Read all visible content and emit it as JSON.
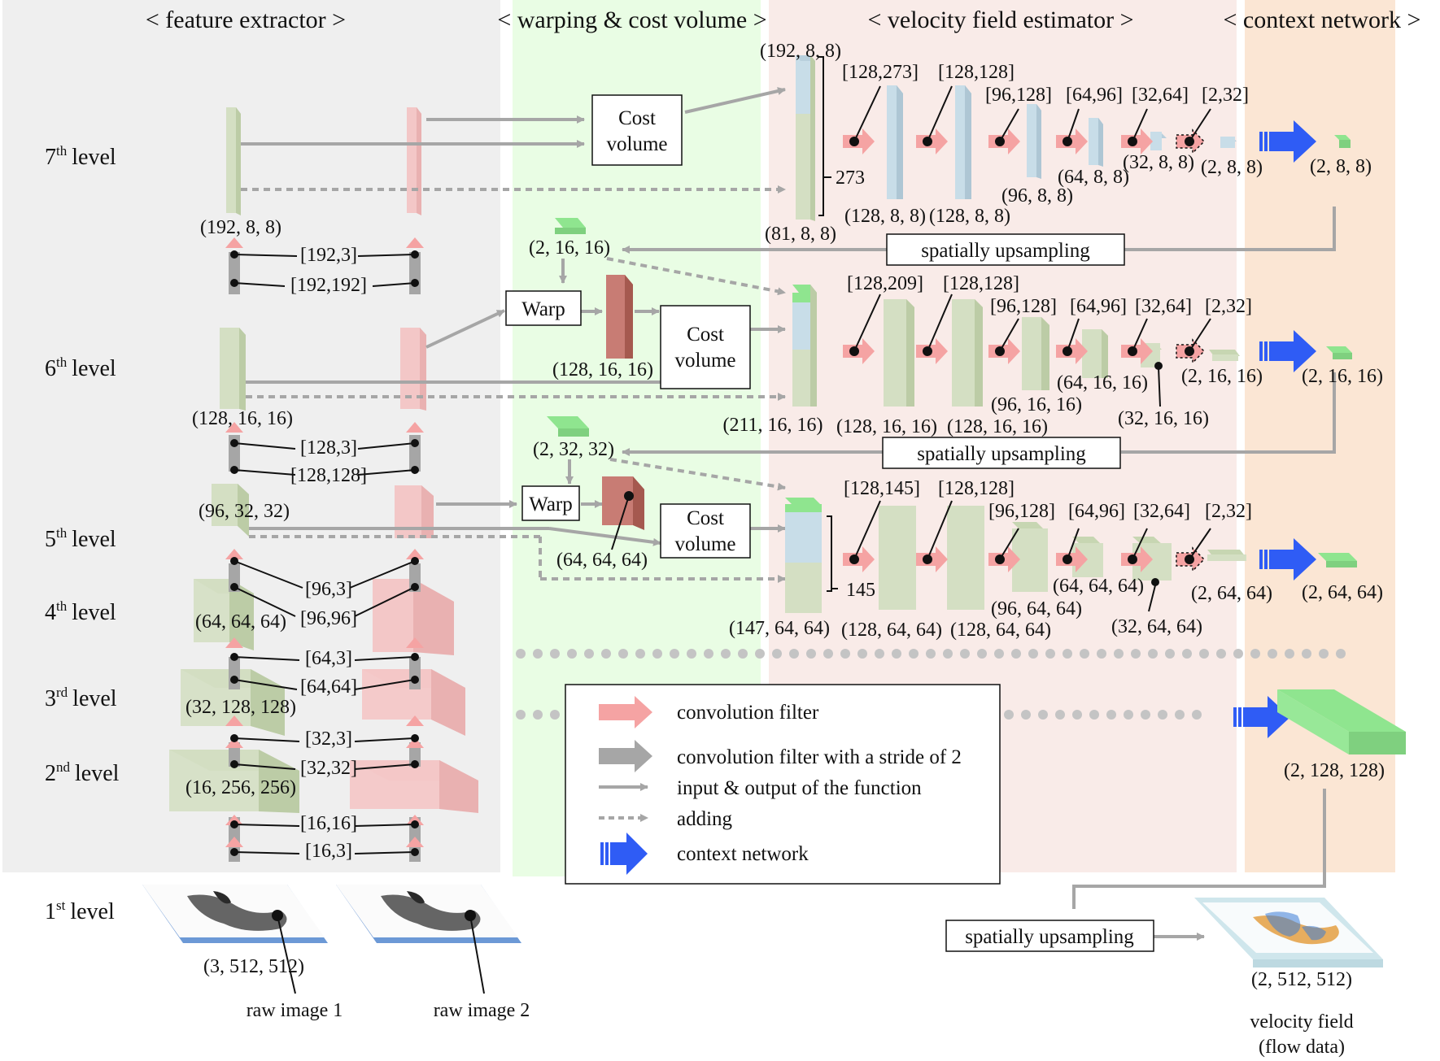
{
  "sections": [
    {
      "id": "feature",
      "label": "< feature extractor >",
      "color": "#efefef"
    },
    {
      "id": "warping",
      "label": "< warping & cost volume >",
      "color": "#e9fde4"
    },
    {
      "id": "velocity",
      "label": "< velocity field estimator >",
      "color": "#f9ebe8"
    },
    {
      "id": "context",
      "label": "< context network >",
      "color": "#fbe6d4"
    }
  ],
  "levels": [
    {
      "id": "7",
      "num": "7",
      "sup": "th",
      "word": "level"
    },
    {
      "id": "6",
      "num": "6",
      "sup": "th",
      "word": "level"
    },
    {
      "id": "5",
      "num": "5",
      "sup": "th",
      "word": "level"
    },
    {
      "id": "4",
      "num": "4",
      "sup": "th",
      "word": "level"
    },
    {
      "id": "3",
      "num": "3",
      "sup": "rd",
      "word": "level"
    },
    {
      "id": "2",
      "num": "2",
      "sup": "nd",
      "word": "level"
    },
    {
      "id": "1",
      "num": "1",
      "sup": "st",
      "word": "level"
    }
  ],
  "feature": {
    "dims": [
      "(192, 8, 8)",
      "(128, 16, 16)",
      "(96, 32, 32)",
      "(64, 64, 64)",
      "(32, 128, 128)",
      "(16, 256, 256)",
      "(3, 512, 512)"
    ],
    "filters": [
      "[192,3]",
      "[192,192]",
      "[128,3]",
      "[128,128]",
      "[96,3]",
      "[96,96]",
      "[64,3]",
      "[64,64]",
      "[32,3]",
      "[32,32]",
      "[16,16]",
      "[16,3]"
    ],
    "raw1": "raw image 1",
    "raw2": "raw image 2"
  },
  "warp": {
    "cost_volume": "Cost volume",
    "cost_line1": "Cost",
    "cost_line2": "volume",
    "warp_label": "Warp",
    "flow16": "(2, 16, 16)",
    "flow32": "(2, 32, 32)",
    "warped6": "(128, 16, 16)",
    "warped5": "(64, 64, 64)"
  },
  "velocity": {
    "row7": {
      "concat": "(192, 8, 8)",
      "concat_b": "(81, 8, 8)",
      "total": "273",
      "filters": [
        "[128,273]",
        "[128,128]",
        "[96,128]",
        "[64,96]",
        "[32,64]",
        "[2,32]"
      ],
      "dims": [
        "(128, 8, 8)",
        "(128, 8, 8)",
        "(96, 8, 8)",
        "(64, 8, 8)",
        "(32, 8, 8)",
        "(2, 8, 8)"
      ]
    },
    "row6": {
      "concat": "(211, 16, 16)",
      "filters": [
        "[128,209]",
        "[128,128]",
        "[96,128]",
        "[64,96]",
        "[32,64]",
        "[2,32]"
      ],
      "dims": [
        "(128, 16, 16)",
        "(128, 16, 16)",
        "(96, 16, 16)",
        "(64, 16, 16)",
        "(32, 16, 16)",
        "(2, 16, 16)"
      ]
    },
    "row5": {
      "concat": "(147, 64, 64)",
      "total": "145",
      "filters": [
        "[128,145]",
        "[128,128]",
        "[96,128]",
        "[64,96]",
        "[32,64]",
        "[2,32]"
      ],
      "dims": [
        "(128, 64, 64)",
        "(128, 64, 64)",
        "(96, 64, 64)",
        "(64, 64, 64)",
        "(32, 64, 64)",
        "(2, 64, 64)"
      ]
    }
  },
  "context": {
    "dims": [
      "(2, 8, 8)",
      "(2, 16, 16)",
      "(2, 64, 64)",
      "(2, 128, 128)",
      "(2, 512, 512)"
    ],
    "upsampling": "spatially upsampling",
    "output_line1": "velocity field",
    "output_line2": "(flow data)"
  },
  "legend": {
    "items": [
      {
        "icon": "pink-arrow-icon",
        "label": "convolution filter"
      },
      {
        "icon": "gray-arrow-icon",
        "label": "convolution filter with a stride of 2"
      },
      {
        "icon": "line-arrow-icon",
        "label": "input & output of the function"
      },
      {
        "icon": "dotted-arrow-icon",
        "label": "adding"
      },
      {
        "icon": "blue-arrow-icon",
        "label": "context network"
      }
    ]
  },
  "colors": {
    "green_block": "#d4dfc3",
    "pink_block": "#f3c7c7",
    "blue_block": "#c8dde8",
    "bright_green": "#8fe58f",
    "dark_red": "#c87c74",
    "pink_arrow": "#f5a3a3",
    "gray_arrow": "#a6a6a6",
    "context_blue": "#2f5cf5"
  }
}
